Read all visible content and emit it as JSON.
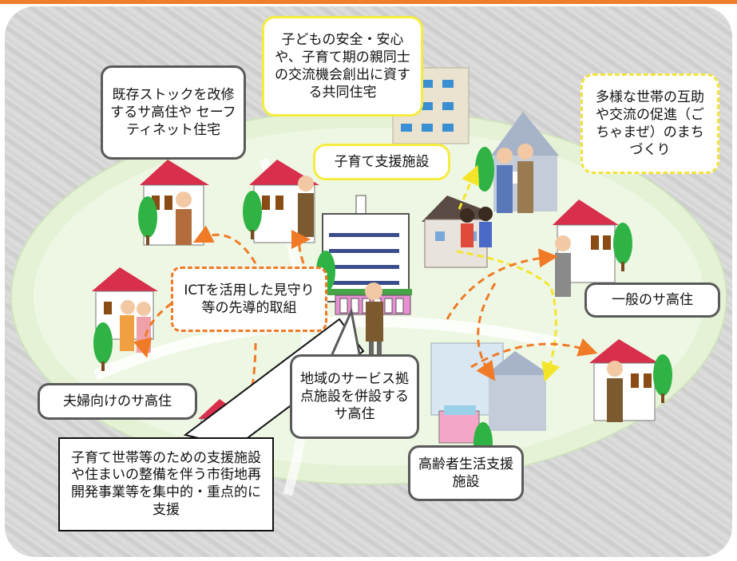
{
  "labels": {
    "kosodate_jutaku": "子どもの安全・安心や、子育て期の親同士の交流機会創出に資する共同住宅",
    "kison_stock": "既存ストックを改修するサ高住や セーフティネット住宅",
    "gochamaze": "多様な世帯の互助や交流の促進（ごちゃまぜ）のまちづくり",
    "kosodate_shien": "子育て支援施設",
    "ict": "ICTを活用した見守り等の先導的取組",
    "ippan": "一般のサ高住",
    "fufu": "夫婦向けのサ高住",
    "chiiki_service": "地域のサービス拠点施設を併設するサ高住",
    "koreisha_shien": "高齢者生活支援施設",
    "saikaihatsu": "子育て世帯等のための支援施設や住まいの整備を伴う市街地再開発事業等を集中的・重点的に支援"
  },
  "colors": {
    "accent_orange": "#f07d2a",
    "yellow_border": "#f6ec3f",
    "grey_border": "#5a5a5a",
    "roof_red": "#d8304c",
    "tree_green": "#2fb344"
  }
}
